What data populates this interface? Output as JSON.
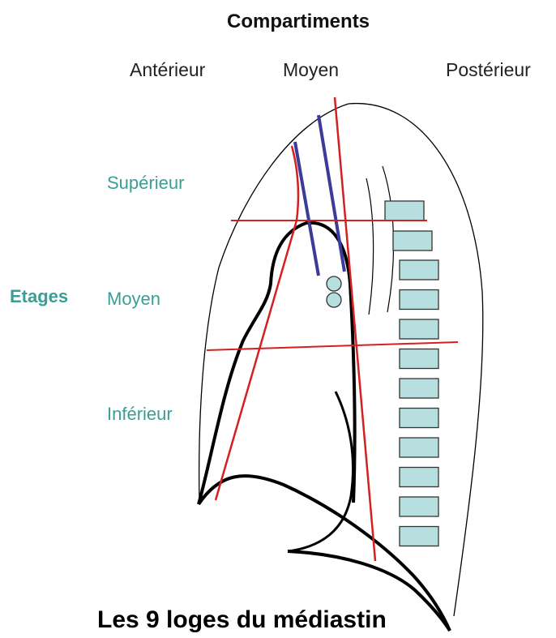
{
  "header": {
    "title": "Compartiments"
  },
  "columns": {
    "anterior": "Antérieur",
    "middle": "Moyen",
    "posterior": "Postérieur"
  },
  "rows_axis": {
    "label": "Etages"
  },
  "levels": {
    "superior": "Supérieur",
    "middle": "Moyen",
    "inferior": "Inférieur"
  },
  "caption": "Les 9 loges du médiastin",
  "colors": {
    "red_line": "#d42020",
    "blue_line": "#3b3b9a",
    "vertebra_fill": "#b7dfdf",
    "teal_text": "#3a9e96"
  },
  "vertebrae_count": 12
}
